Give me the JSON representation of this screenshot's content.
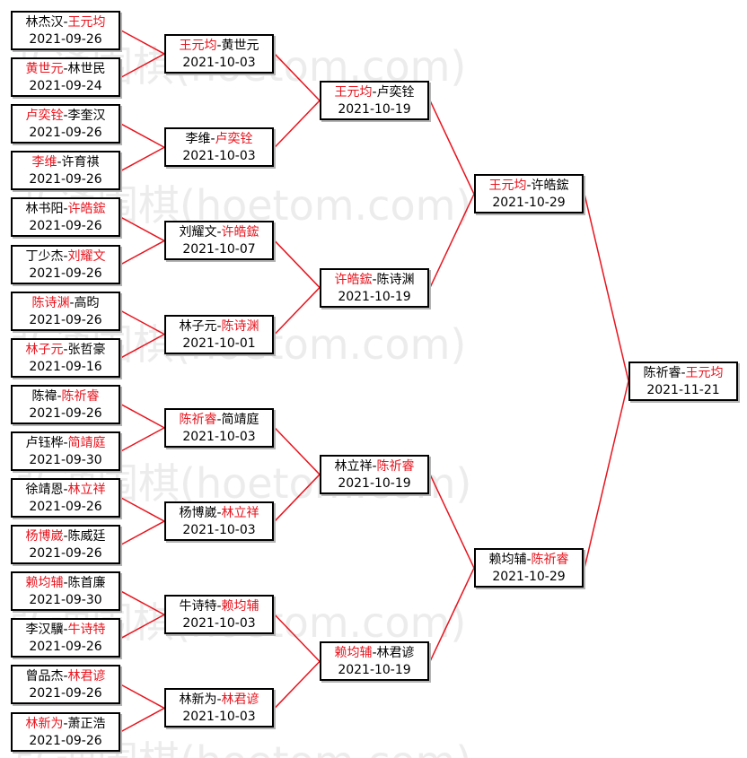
{
  "watermark": "弘通围棋(hoetom.com)",
  "colors": {
    "winner": "#e8141e",
    "connector": "#e8141e",
    "border": "#000000"
  },
  "rounds": [
    [
      {
        "p1": "林杰汉",
        "p2": "王元均",
        "winner": 2,
        "date": "2021-09-26"
      },
      {
        "p1": "黄世元",
        "p2": "林世民",
        "winner": 1,
        "date": "2021-09-24"
      },
      {
        "p1": "卢奕铨",
        "p2": "李奎汉",
        "winner": 1,
        "date": "2021-09-26"
      },
      {
        "p1": "李维",
        "p2": "许育祺",
        "winner": 1,
        "date": "2021-09-26"
      },
      {
        "p1": "林书阳",
        "p2": "许皓鋐",
        "winner": 2,
        "date": "2021-09-26"
      },
      {
        "p1": "丁少杰",
        "p2": "刘耀文",
        "winner": 2,
        "date": "2021-09-26"
      },
      {
        "p1": "陈诗渊",
        "p2": "高昀",
        "winner": 1,
        "date": "2021-09-26"
      },
      {
        "p1": "林子元",
        "p2": "张哲豪",
        "winner": 1,
        "date": "2021-09-16"
      },
      {
        "p1": "陈禕",
        "p2": "陈祈睿",
        "winner": 2,
        "date": "2021-09-26"
      },
      {
        "p1": "卢钰桦",
        "p2": "简靖庭",
        "winner": 2,
        "date": "2021-09-30"
      },
      {
        "p1": "徐靖恩",
        "p2": "林立祥",
        "winner": 2,
        "date": "2021-09-26"
      },
      {
        "p1": "杨博崴",
        "p2": "陈威廷",
        "winner": 1,
        "date": "2021-09-26"
      },
      {
        "p1": "赖均辅",
        "p2": "陈首廉",
        "winner": 1,
        "date": "2021-09-30"
      },
      {
        "p1": "李汉驥",
        "p2": "牛诗特",
        "winner": 2,
        "date": "2021-09-26"
      },
      {
        "p1": "曾品杰",
        "p2": "林君谚",
        "winner": 2,
        "date": "2021-09-26"
      },
      {
        "p1": "林新为",
        "p2": "萧正浩",
        "winner": 1,
        "date": "2021-09-26"
      }
    ],
    [
      {
        "p1": "王元均",
        "p2": "黄世元",
        "winner": 1,
        "date": "2021-10-03"
      },
      {
        "p1": "李维",
        "p2": "卢奕铨",
        "winner": 2,
        "date": "2021-10-03"
      },
      {
        "p1": "刘耀文",
        "p2": "许皓鋐",
        "winner": 2,
        "date": "2021-10-07"
      },
      {
        "p1": "林子元",
        "p2": "陈诗渊",
        "winner": 2,
        "date": "2021-10-01"
      },
      {
        "p1": "陈祈睿",
        "p2": "简靖庭",
        "winner": 1,
        "date": "2021-10-03"
      },
      {
        "p1": "杨博崴",
        "p2": "林立祥",
        "winner": 2,
        "date": "2021-10-03"
      },
      {
        "p1": "牛诗特",
        "p2": "赖均辅",
        "winner": 2,
        "date": "2021-10-03"
      },
      {
        "p1": "林新为",
        "p2": "林君谚",
        "winner": 2,
        "date": "2021-10-03"
      }
    ],
    [
      {
        "p1": "王元均",
        "p2": "卢奕铨",
        "winner": 1,
        "date": "2021-10-19"
      },
      {
        "p1": "许皓鋐",
        "p2": "陈诗渊",
        "winner": 1,
        "date": "2021-10-19"
      },
      {
        "p1": "林立祥",
        "p2": "陈祈睿",
        "winner": 2,
        "date": "2021-10-19"
      },
      {
        "p1": "赖均辅",
        "p2": "林君谚",
        "winner": 1,
        "date": "2021-10-19"
      }
    ],
    [
      {
        "p1": "王元均",
        "p2": "许皓鋐",
        "winner": 1,
        "date": "2021-10-29"
      },
      {
        "p1": "赖均辅",
        "p2": "陈祈睿",
        "winner": 2,
        "date": "2021-10-29"
      }
    ],
    [
      {
        "p1": "陈祈睿",
        "p2": "王元均",
        "winner": 2,
        "date": "2021-11-21"
      }
    ]
  ]
}
